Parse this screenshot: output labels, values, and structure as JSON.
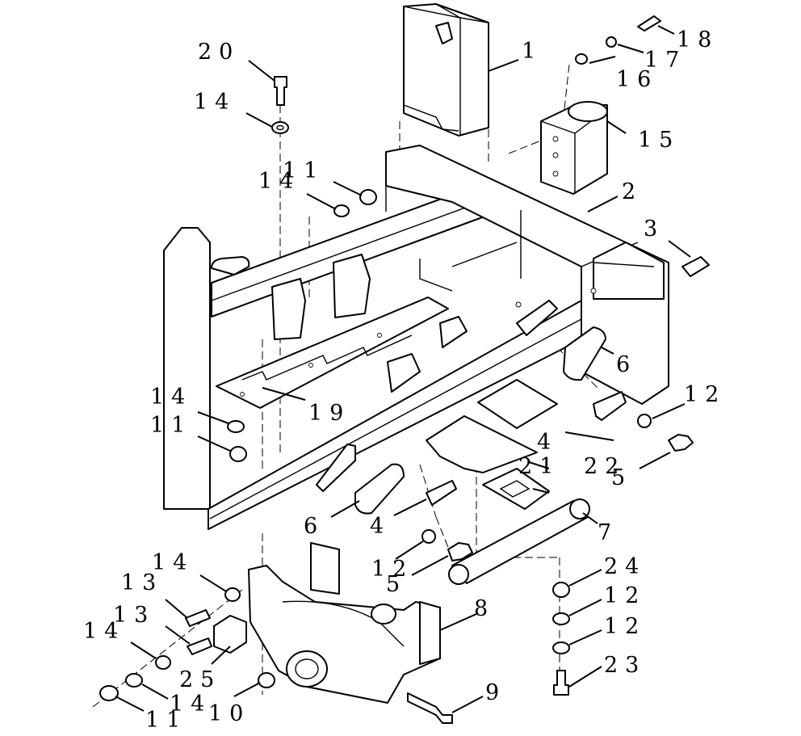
{
  "callouts": [
    {
      "id": "c1",
      "text": "1"
    },
    {
      "id": "c2",
      "text": "2"
    },
    {
      "id": "c3",
      "text": "3"
    },
    {
      "id": "c4a",
      "text": "4"
    },
    {
      "id": "c4b",
      "text": "4"
    },
    {
      "id": "c5a",
      "text": "5"
    },
    {
      "id": "c5b",
      "text": "5"
    },
    {
      "id": "c6a",
      "text": "6"
    },
    {
      "id": "c6b",
      "text": "6"
    },
    {
      "id": "c7",
      "text": "7"
    },
    {
      "id": "c8",
      "text": "8"
    },
    {
      "id": "c9",
      "text": "9"
    },
    {
      "id": "c10",
      "text": "10"
    },
    {
      "id": "c11a",
      "text": "11"
    },
    {
      "id": "c11b",
      "text": "11"
    },
    {
      "id": "c11c",
      "text": "11"
    },
    {
      "id": "c12a",
      "text": "12"
    },
    {
      "id": "c12b",
      "text": "12"
    },
    {
      "id": "c12c",
      "text": "12"
    },
    {
      "id": "c12d",
      "text": "12"
    },
    {
      "id": "c13a",
      "text": "13"
    },
    {
      "id": "c13b",
      "text": "13"
    },
    {
      "id": "c14a",
      "text": "14"
    },
    {
      "id": "c14b",
      "text": "14"
    },
    {
      "id": "c14c",
      "text": "14"
    },
    {
      "id": "c14d",
      "text": "14"
    },
    {
      "id": "c14e",
      "text": "14"
    },
    {
      "id": "c14f",
      "text": "14"
    },
    {
      "id": "c15",
      "text": "15"
    },
    {
      "id": "c16",
      "text": "16"
    },
    {
      "id": "c17",
      "text": "17"
    },
    {
      "id": "c18",
      "text": "18"
    },
    {
      "id": "c19",
      "text": "19"
    },
    {
      "id": "c20",
      "text": "20"
    },
    {
      "id": "c21",
      "text": "21"
    },
    {
      "id": "c22",
      "text": "22"
    },
    {
      "id": "c23",
      "text": "23"
    },
    {
      "id": "c24",
      "text": "24"
    },
    {
      "id": "c25",
      "text": "25"
    }
  ]
}
